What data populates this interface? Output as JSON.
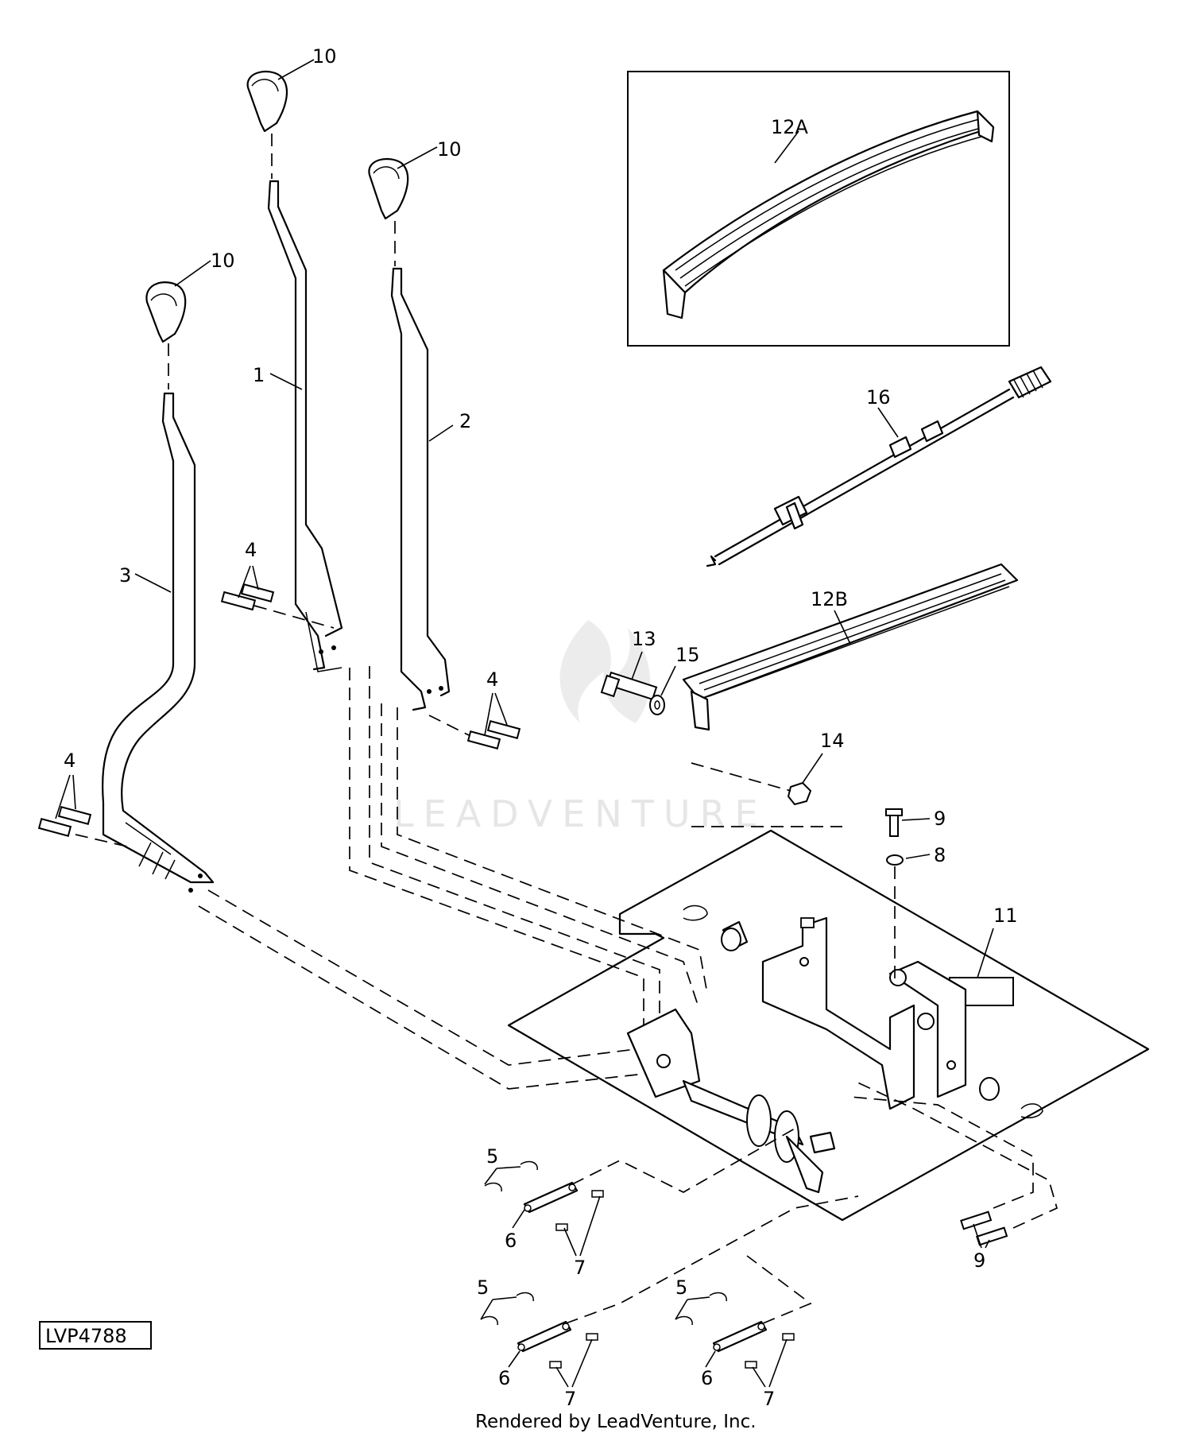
{
  "diagram": {
    "reference_code": "LVP4788",
    "footer_text": "Rendered by LeadVenture, Inc.",
    "watermark_text": "LEADVENTURE",
    "callouts": {
      "c1": "1",
      "c2": "2",
      "c3": "3",
      "c4a": "4",
      "c4b": "4",
      "c4c": "4",
      "c5a": "5",
      "c5b": "5",
      "c5c": "5",
      "c6a": "6",
      "c6b": "6",
      "c6c": "6",
      "c7a": "7",
      "c7b": "7",
      "c7c": "7",
      "c8": "8",
      "c9a": "9",
      "c9b": "9",
      "c10a": "10",
      "c10b": "10",
      "c10c": "10",
      "c11": "11",
      "c12a": "12A",
      "c12b": "12B",
      "c13": "13",
      "c14": "14",
      "c15": "15",
      "c16": "16"
    }
  }
}
